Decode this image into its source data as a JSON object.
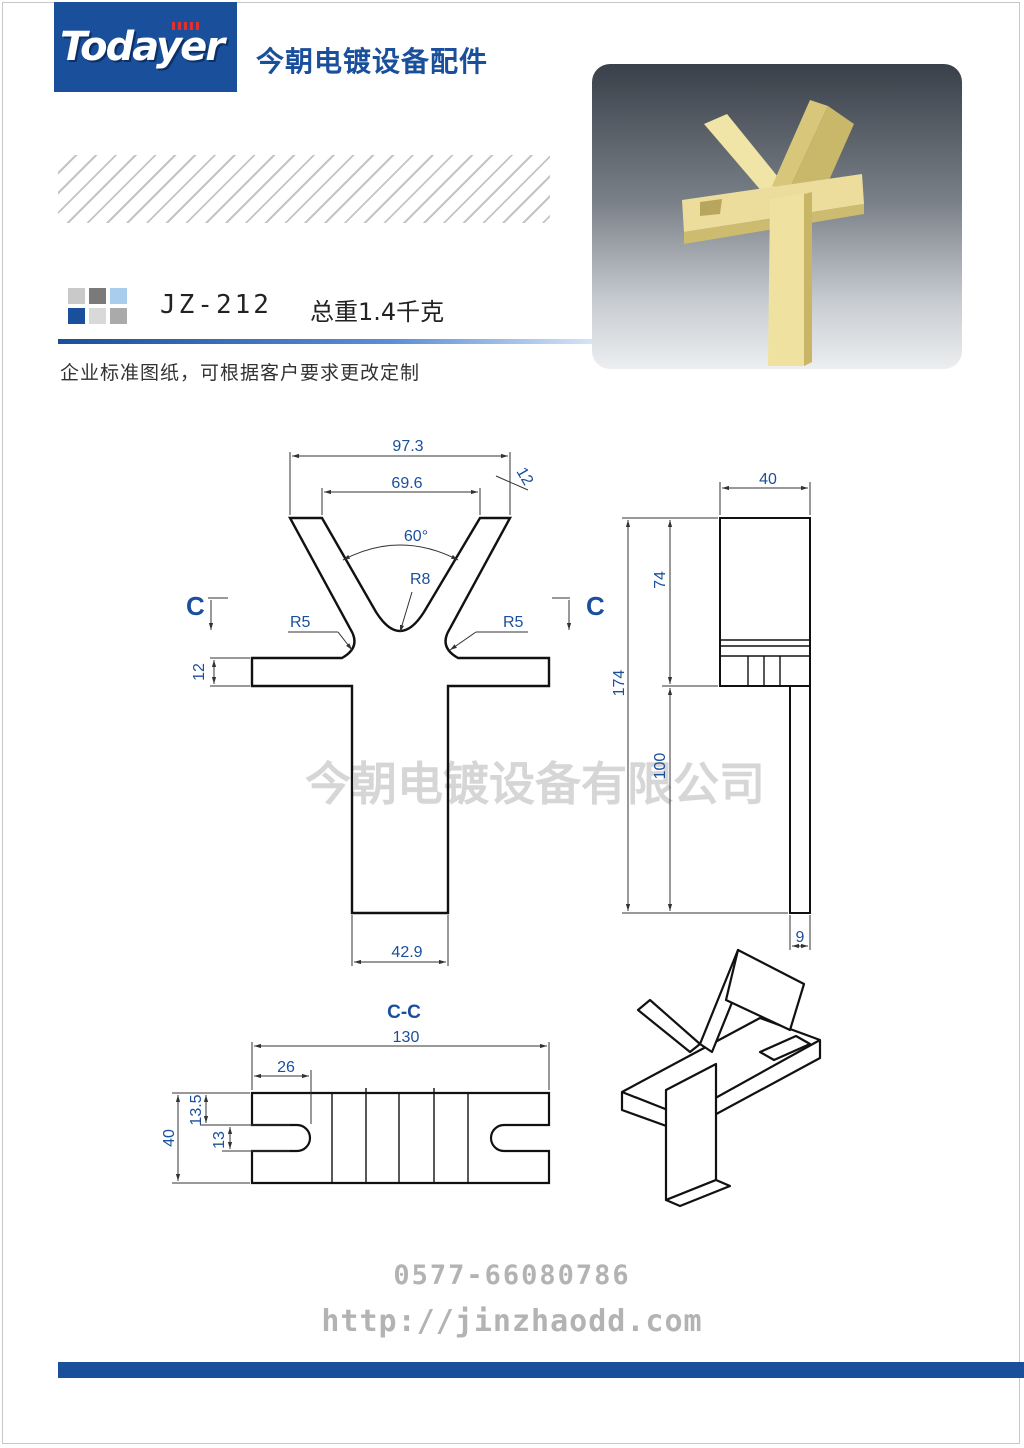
{
  "header": {
    "logo_text": "Todayer",
    "company_title": "今朝电镀设备配件"
  },
  "product": {
    "model": "JZ-212",
    "weight": "总重1.4千克",
    "note": "企业标准图纸，可根据客户要求更改定制"
  },
  "colors": {
    "brand_blue": "#1a4f9c",
    "part_gold": "#e8d894",
    "watermark_gray": "#d6d6d6",
    "contact_gray": "#b3b3b3"
  },
  "drawing": {
    "front": {
      "dim_top_width": "97.3",
      "dim_inner_width": "69.6",
      "dim_arm_thickness": "12",
      "dim_angle": "60°",
      "dim_radius_center": "R8",
      "dim_radius_left": "R5",
      "dim_radius_right": "R5",
      "dim_crossbar_height": "12",
      "dim_stem_width": "42.9",
      "section_mark_left": "C",
      "section_mark_right": "C"
    },
    "side": {
      "dim_width": "40",
      "dim_upper_height": "74",
      "dim_total_height": "174",
      "dim_lower_height": "100",
      "dim_stem_thickness": "9"
    },
    "section": {
      "title": "C-C",
      "dim_length": "130",
      "dim_slot_depth": "26",
      "dim_height": "40",
      "dim_slot_offset": "13.5",
      "dim_slot_width": "13"
    },
    "watermark": "今朝电镀设备有限公司"
  },
  "contact": {
    "phone": "0577-66080786",
    "url": "http://jinzhaodd.com"
  }
}
